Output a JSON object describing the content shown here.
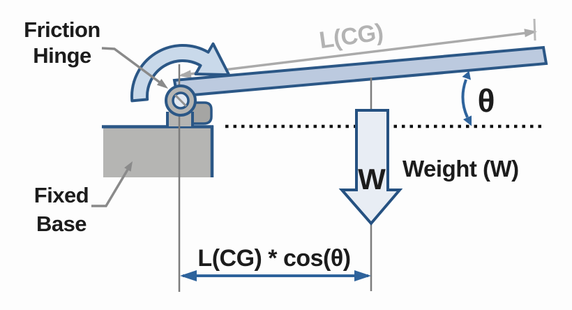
{
  "figure": {
    "kind": "friction-hinge-free-body-diagram",
    "labels": {
      "friction_hinge": {
        "line1": "Friction",
        "line2": "Hinge"
      },
      "fixed_base": {
        "line1": "Fixed",
        "line2": "Base"
      },
      "beam_length": "L(CG)",
      "angle": "θ",
      "weight_symbol": "W",
      "weight": "Weight (W)",
      "horizontal_projection": "L(CG) * cos(θ)"
    },
    "colors": {
      "outline_blue": "#2b5786",
      "beam_fill": "#bccadf",
      "rotation_arrow_fill": "#c9d9ea",
      "weight_arrow_fill": "#e8edf4",
      "weight_arrow_outline": "#255181",
      "dimension_blue": "#2e639c",
      "machine_gray": "#b5b5b3",
      "bracket_gray": "#a5a5a3",
      "annotation_gray": "#8a8a8a",
      "dim_line_gray": "#aaaaaa",
      "label_gray": "#b3b3b3",
      "label_black": "#1c1c1c",
      "dotted_line": "#111111"
    }
  }
}
